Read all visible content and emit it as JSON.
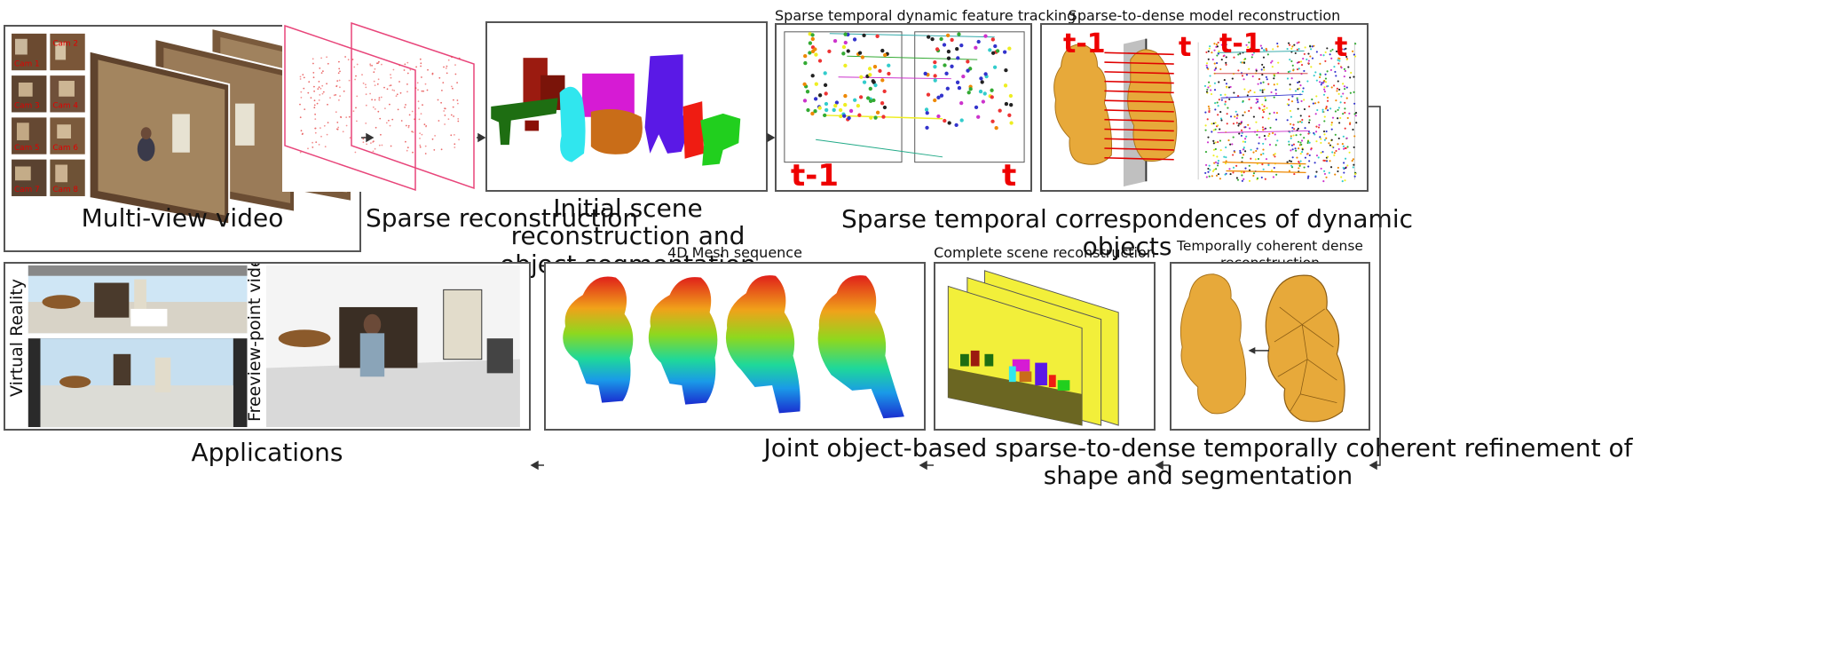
{
  "captions": {
    "multi_view": "Multi-view video",
    "sparse": "Sparse reconstruction",
    "initial": "Initial scene reconstruction and object segmentation",
    "temporal": "Sparse temporal correspondences of dynamic objects",
    "applications": "Applications",
    "joint": "Joint object-based sparse-to-dense temporally coherent refinement of shape and segmentation"
  },
  "panel_titles": {
    "tracking": "Sparse temporal dynamic feature tracking",
    "sparse_to_dense": "Sparse-to-dense model reconstruction",
    "mesh_sequence": "4D Mesh sequence",
    "complete_scene": "Complete scene reconstruction",
    "coherent_dense": "Temporally coherent dense reconstruction"
  },
  "frame_tags": {
    "prev": "t-1",
    "curr": "t"
  },
  "camera_labels": [
    "Cam 1",
    "Cam 2",
    "Cam 3",
    "Cam 4",
    "Cam 5",
    "Cam 6",
    "Cam 7",
    "Cam 8"
  ],
  "side_labels": {
    "vr": "Virtual Reality",
    "freeview": "Freeview-point video"
  },
  "colors": {
    "frame_border": "#555555",
    "arrow": "#333333",
    "tag_red": "#e00000",
    "mesh_gold": "#e7a93a",
    "plane_yellow": "#f2ef3a"
  }
}
